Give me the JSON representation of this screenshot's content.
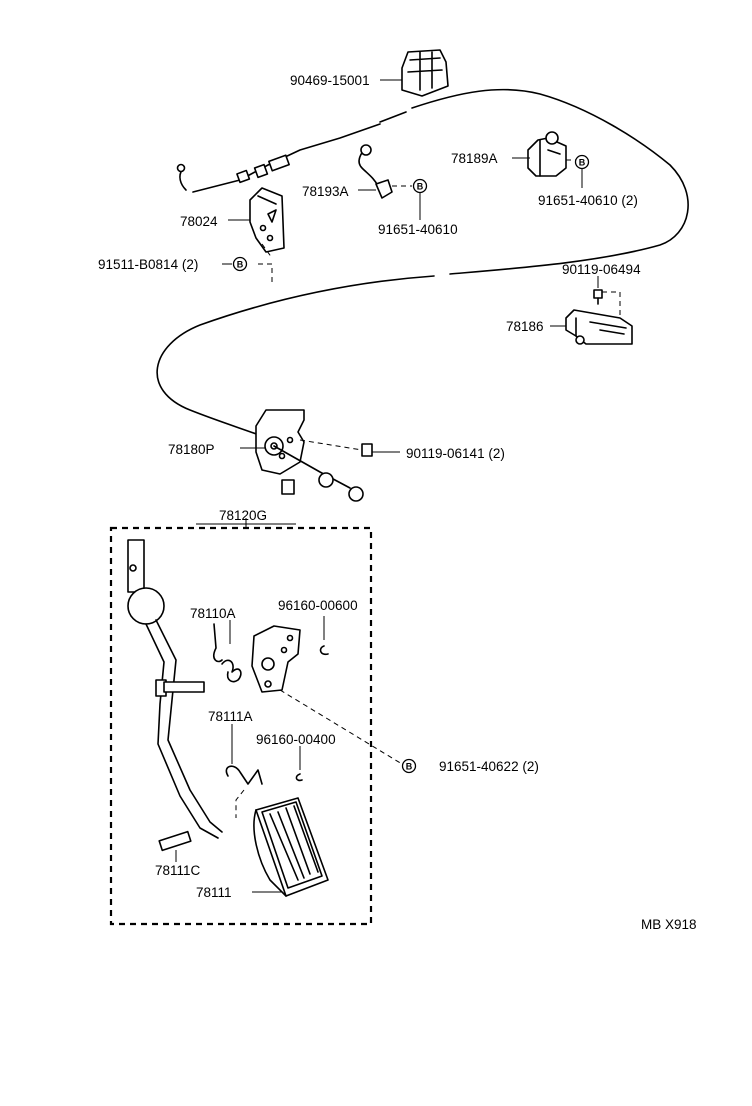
{
  "parts": {
    "p90469_15001": "90469-15001",
    "p78189A": "78189A",
    "p91651_40610_2": "91651-40610 (2)",
    "p78024": "78024",
    "p78193A": "78193A",
    "p91651_40610": "91651-40610",
    "p91511_B0814": "91511-B0814 (2)",
    "p90119_06494": "90119-06494",
    "p78186": "78186",
    "p78180P": "78180P",
    "p90119_06141": "90119-06141 (2)",
    "p78120G": "78120G",
    "p78110A": "78110A",
    "p96160_00600": "96160-00600",
    "p78111A": "78111A",
    "p96160_00400": "96160-00400",
    "p91651_40622": "91651-40622 (2)",
    "p78111C": "78111C",
    "p78111": "78111"
  },
  "badge_letter": "B",
  "drawing_code": "MB X918"
}
